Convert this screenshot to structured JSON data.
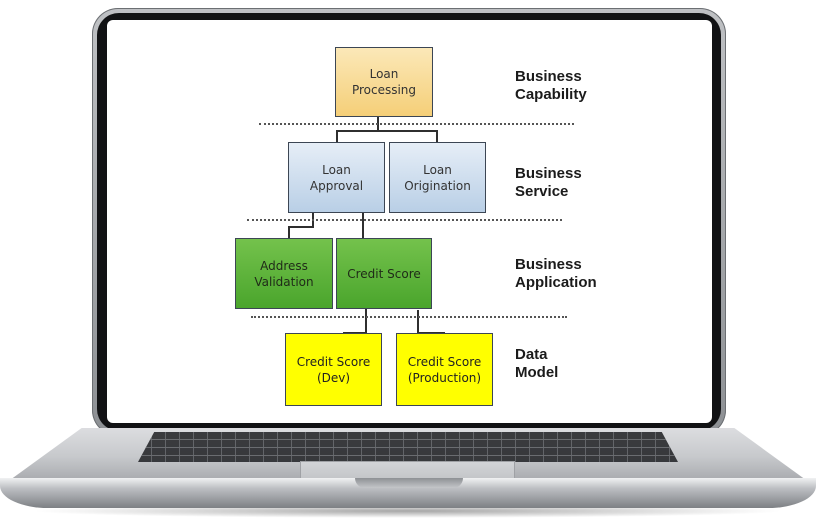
{
  "diagram": {
    "nodes": {
      "loan_processing": "Loan\nProcessing",
      "loan_approval": "Loan\nApproval",
      "loan_origination": "Loan\nOrigination",
      "address_validation": "Address\nValidation",
      "credit_score_app": "Credit Score",
      "credit_score_dev": "Credit Score\n(Dev)",
      "credit_score_prod": "Credit Score\n(Production)"
    },
    "layers": {
      "capability": "Business\nCapability",
      "service": "Business\nService",
      "application": "Business\nApplication",
      "data_model": "Data\nModel"
    },
    "colors": {
      "capability": "#f5cf78",
      "service": "#c9dbef",
      "application": "#5bb33a",
      "data": "#ffff00"
    }
  }
}
